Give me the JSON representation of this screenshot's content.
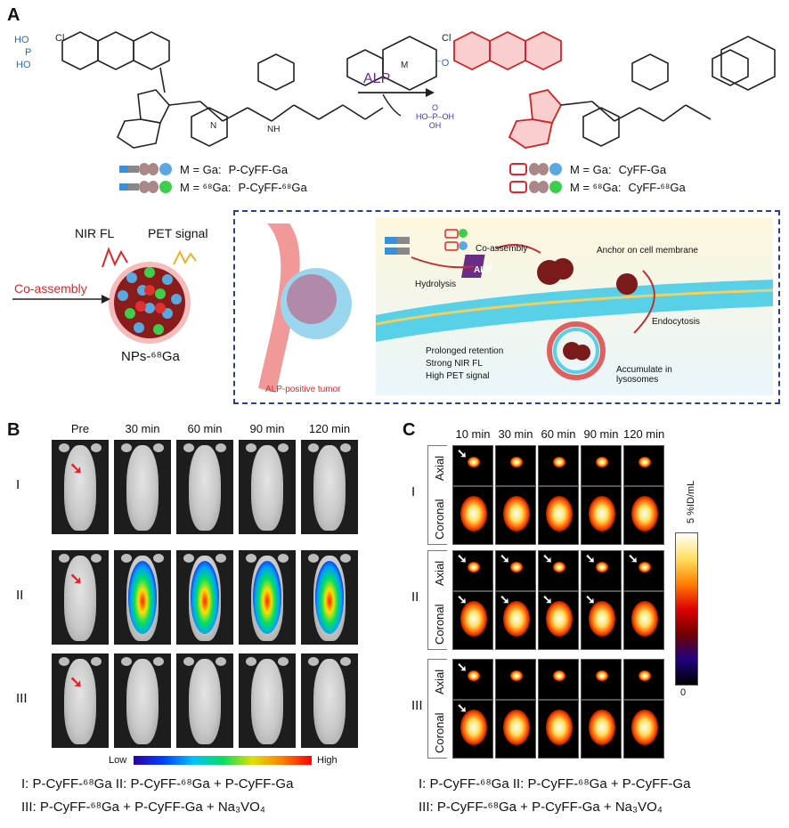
{
  "panels": {
    "a": "A",
    "b": "B",
    "c": "C"
  },
  "scheme": {
    "alp": "ALP",
    "byproduct": {
      "top": "O",
      "p": "P",
      "oh1": "HO",
      "oh2": "OH",
      "oh3": "OH"
    },
    "left_compounds": [
      {
        "label": "M = Ga:",
        "name": "P-CyFF-Ga"
      },
      {
        "label": "M = ⁶⁸Ga:",
        "name": "P-CyFF-⁶⁸Ga"
      }
    ],
    "right_compounds": [
      {
        "label": "M = Ga:",
        "name": "CyFF-Ga"
      },
      {
        "label": "M = ⁶⁸Ga:",
        "name": "CyFF-⁶⁸Ga"
      }
    ],
    "nir_fl": "NIR FL",
    "pet_signal": "PET signal",
    "co_assembly": "Co-assembly",
    "nps": "NPs-⁶⁸Ga",
    "alp_tumor": "ALP-positive tumor",
    "mech": {
      "hydrolysis": "Hydrolysis",
      "alp": "ALP",
      "co_assembly": "Co-assembly",
      "anchor": "Anchor on cell membrane",
      "endocytosis": "Endocytosis",
      "lysosome": "Accumulate in lysosomes",
      "retention": "Prolonged retention",
      "nirfl": "Strong NIR FL",
      "pet": "High PET signal"
    }
  },
  "panel_b": {
    "timepoints": [
      "Pre",
      "30 min",
      "60 min",
      "90 min",
      "120 min"
    ],
    "groups": [
      "I",
      "II",
      "III"
    ],
    "scale_low": "Low",
    "scale_high": "High",
    "legend_1": "I:  P-CyFF-⁶⁸Ga   II: P-CyFF-⁶⁸Ga + P-CyFF-Ga",
    "legend_2": "III: P-CyFF-⁶⁸Ga + P-CyFF-Ga + Na₃VO₄"
  },
  "panel_c": {
    "timepoints": [
      "10 min",
      "30 min",
      "60 min",
      "90 min",
      "120 min"
    ],
    "groups": [
      "I",
      "II",
      "III"
    ],
    "views": [
      "Axial",
      "Coronal"
    ],
    "scale_title": "5 %ID/mL",
    "scale_zero": "0",
    "legend_1": "I:  P-CyFF-⁶⁸Ga   II: P-CyFF-⁶⁸Ga + P-CyFF-Ga",
    "legend_2": "III: P-CyFF-⁶⁸Ga + P-CyFF-Ga + Na₃VO₄"
  },
  "colors": {
    "accent_red": "#e0262b",
    "blue_box": "#2a3f8f",
    "alp_purple": "#6a2c84"
  }
}
